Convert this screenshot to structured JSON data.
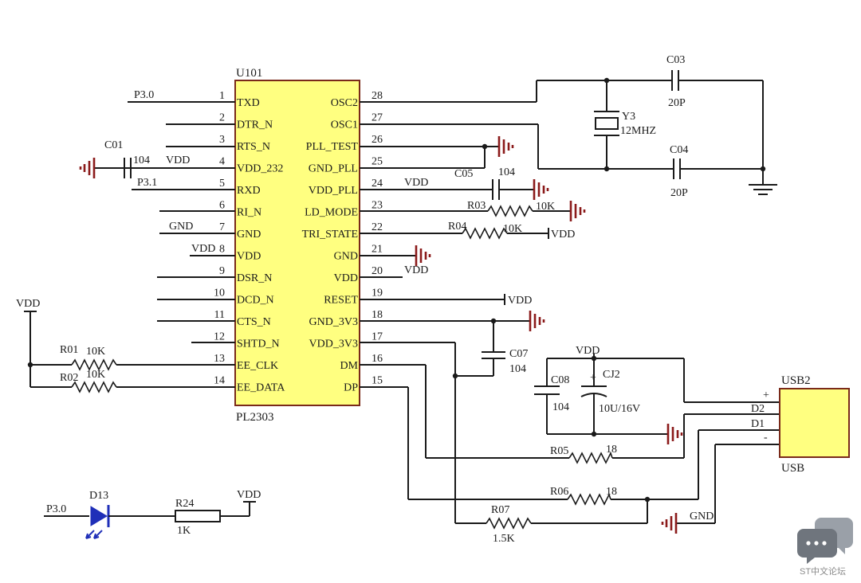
{
  "chip": {
    "ref": "U101",
    "part": "PL2303",
    "left_pins": [
      {
        "num": "1",
        "name": "TXD",
        "net": "P3.0"
      },
      {
        "num": "2",
        "name": "DTR_N",
        "net": ""
      },
      {
        "num": "3",
        "name": "RTS_N",
        "net": "VDD"
      },
      {
        "num": "4",
        "name": "VDD_232",
        "net": ""
      },
      {
        "num": "5",
        "name": "RXD",
        "net": "P3.1"
      },
      {
        "num": "6",
        "name": "RI_N",
        "net": ""
      },
      {
        "num": "7",
        "name": "GND",
        "net": "GND"
      },
      {
        "num": "8",
        "name": "VDD",
        "net": "VDD"
      },
      {
        "num": "9",
        "name": "DSR_N",
        "net": ""
      },
      {
        "num": "10",
        "name": "DCD_N",
        "net": ""
      },
      {
        "num": "11",
        "name": "CTS_N",
        "net": ""
      },
      {
        "num": "12",
        "name": "SHTD_N",
        "net": ""
      },
      {
        "num": "13",
        "name": "EE_CLK",
        "net": ""
      },
      {
        "num": "14",
        "name": "EE_DATA",
        "net": ""
      }
    ],
    "right_pins": [
      {
        "num": "28",
        "name": "OSC2",
        "net": ""
      },
      {
        "num": "27",
        "name": "OSC1",
        "net": ""
      },
      {
        "num": "26",
        "name": "PLL_TEST",
        "net": ""
      },
      {
        "num": "25",
        "name": "GND_PLL",
        "net": ""
      },
      {
        "num": "24",
        "name": "VDD_PLL",
        "net": "VDD"
      },
      {
        "num": "23",
        "name": "LD_MODE",
        "net": ""
      },
      {
        "num": "22",
        "name": "TRI_STATE",
        "net": ""
      },
      {
        "num": "21",
        "name": "GND",
        "net": ""
      },
      {
        "num": "20",
        "name": "VDD",
        "net": "VDD"
      },
      {
        "num": "19",
        "name": "RESET",
        "net": ""
      },
      {
        "num": "18",
        "name": "GND_3V3",
        "net": ""
      },
      {
        "num": "17",
        "name": "VDD_3V3",
        "net": ""
      },
      {
        "num": "16",
        "name": "DM",
        "net": ""
      },
      {
        "num": "15",
        "name": "DP",
        "net": ""
      }
    ]
  },
  "components": {
    "c01": {
      "ref": "C01",
      "value": "104"
    },
    "c03": {
      "ref": "C03",
      "value": "20P"
    },
    "c04": {
      "ref": "C04",
      "value": "20P"
    },
    "c05": {
      "ref": "C05",
      "value": "104"
    },
    "c07": {
      "ref": "C07",
      "value": "104"
    },
    "c08": {
      "ref": "C08",
      "value": "104"
    },
    "cj2": {
      "ref": "CJ2",
      "value": "10U/16V"
    },
    "y3": {
      "ref": "Y3",
      "value": "12MHZ"
    },
    "r01": {
      "ref": "R01",
      "value": "10K"
    },
    "r02": {
      "ref": "R02",
      "value": "10K"
    },
    "r03": {
      "ref": "R03",
      "value": "10K"
    },
    "r04": {
      "ref": "R04",
      "value": "10K"
    },
    "r05": {
      "ref": "R05",
      "value": "18"
    },
    "r06": {
      "ref": "R06",
      "value": "18"
    },
    "r07": {
      "ref": "R07",
      "value": "1.5K"
    },
    "r24": {
      "ref": "R24",
      "value": "1K"
    },
    "d13": {
      "ref": "D13"
    }
  },
  "nets": {
    "vdd": "VDD",
    "p30": "P3.0",
    "gnd": "GND"
  },
  "usb": {
    "ref": "USB2",
    "label": "USB",
    "pins": [
      "+",
      "D2",
      "D1",
      "-"
    ]
  },
  "watermark": {
    "text": "ST中文论坛",
    "icon": "chat-bubble-icon"
  }
}
